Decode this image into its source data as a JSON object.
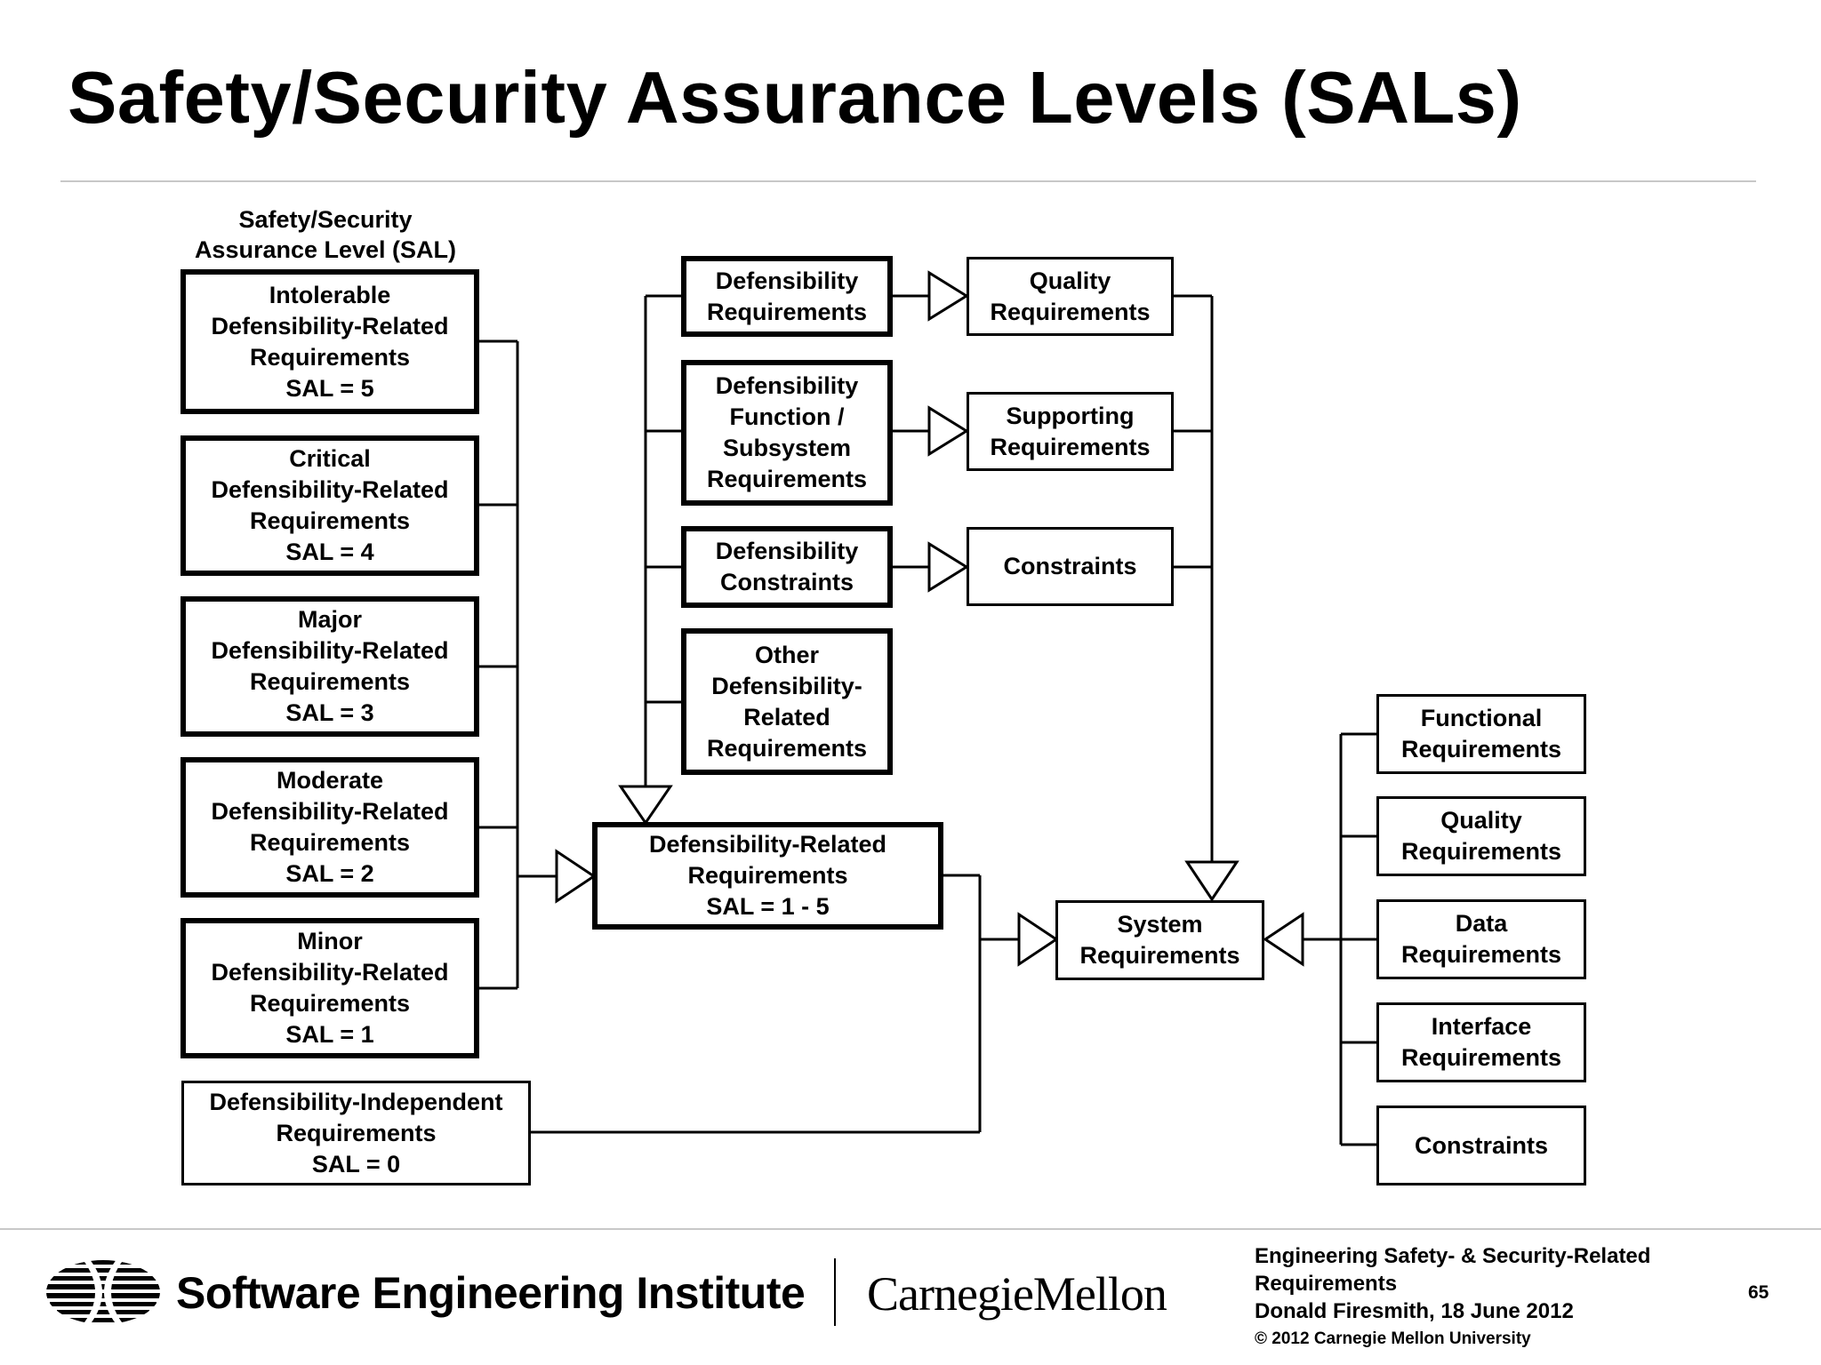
{
  "slide": {
    "title": "Safety/Security Assurance Levels (SALs)",
    "page_number": "65"
  },
  "diagram": {
    "sal_heading": [
      "Safety/Security",
      "Assurance Level (SAL)"
    ],
    "sal_levels": [
      {
        "lines": [
          "Intolerable",
          "Defensibility-Related",
          "Requirements",
          "SAL = 5"
        ]
      },
      {
        "lines": [
          "Critical",
          "Defensibility-Related",
          "Requirements",
          "SAL = 4"
        ]
      },
      {
        "lines": [
          "Major",
          "Defensibility-Related",
          "Requirements",
          "SAL = 3"
        ]
      },
      {
        "lines": [
          "Moderate",
          "Defensibility-Related",
          "Requirements",
          "SAL = 2"
        ]
      },
      {
        "lines": [
          "Minor",
          "Defensibility-Related",
          "Requirements",
          "SAL = 1"
        ]
      }
    ],
    "independent": {
      "lines": [
        "Defensibility-Independent",
        "Requirements",
        "SAL = 0"
      ]
    },
    "defensibility_types": [
      {
        "lines": [
          "Defensibility",
          "Requirements"
        ]
      },
      {
        "lines": [
          "Defensibility",
          "Function /",
          "Subsystem",
          "Requirements"
        ]
      },
      {
        "lines": [
          "Defensibility",
          "Constraints"
        ]
      },
      {
        "lines": [
          "Other",
          "Defensibility-",
          "Related",
          "Requirements"
        ]
      }
    ],
    "general_types": [
      {
        "lines": [
          "Quality",
          "Requirements"
        ]
      },
      {
        "lines": [
          "Supporting",
          "Requirements"
        ]
      },
      {
        "lines": [
          "Constraints"
        ]
      }
    ],
    "related": {
      "lines": [
        "Defensibility-Related",
        "Requirements",
        "SAL = 1 - 5"
      ]
    },
    "system": {
      "lines": [
        "System",
        "Requirements"
      ]
    },
    "system_kinds": [
      {
        "lines": [
          "Functional",
          "Requirements"
        ]
      },
      {
        "lines": [
          "Quality",
          "Requirements"
        ]
      },
      {
        "lines": [
          "Data",
          "Requirements"
        ]
      },
      {
        "lines": [
          "Interface",
          "Requirements"
        ]
      },
      {
        "lines": [
          "Constraints"
        ]
      }
    ]
  },
  "footer": {
    "institute": "Software Engineering Institute",
    "university": "CarnegieMellon",
    "reference": [
      "Engineering Safety- & Security-Related",
      "Requirements",
      "Donald Firesmith,  18 June 2012"
    ],
    "copyright": "© 2012 Carnegie Mellon University"
  },
  "icons": {
    "sei_logo": "sei-striped-globe-logo",
    "generalization": "hollow-triangle-arrowhead"
  }
}
